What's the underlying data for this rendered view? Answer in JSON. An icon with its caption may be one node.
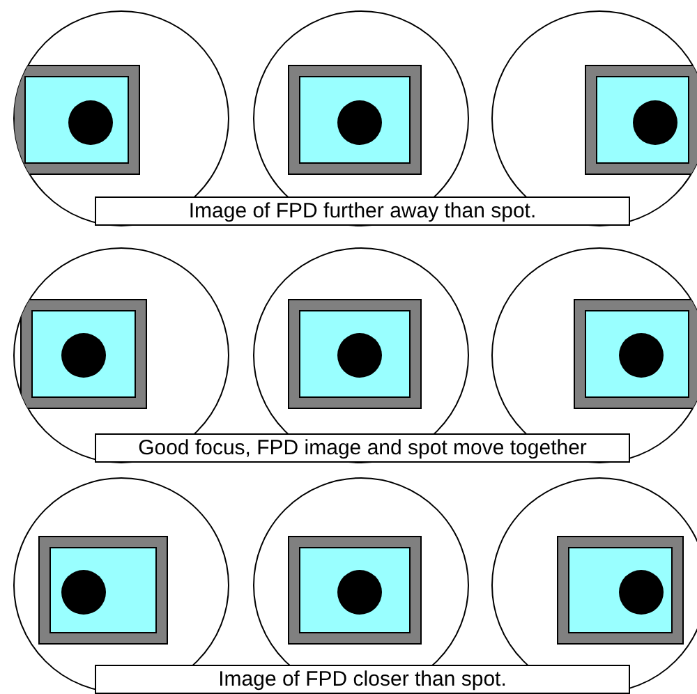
{
  "diagram": {
    "nodes": [
      {
        "text": [
          "Image of FPD further away than spot."
        ]
      },
      {
        "text": [
          "Good focus, FPD image and spot move together"
        ]
      },
      {
        "text": [
          "Image of FPD closer than spot."
        ]
      }
    ]
  }
}
